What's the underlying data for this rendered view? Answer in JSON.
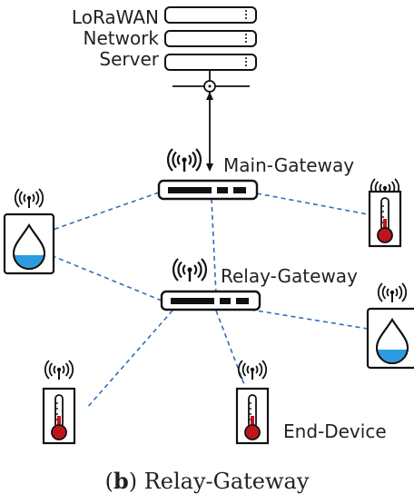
{
  "server": {
    "label_lines": [
      "LoRaWAN",
      "Network",
      "Server"
    ]
  },
  "gateways": {
    "main_label": "Main-Gateway",
    "relay_label": "Relay-Gateway"
  },
  "end_device_label": "End-Device",
  "caption": {
    "tag": "b",
    "text": "Relay-Gateway"
  },
  "colors": {
    "link": "#2f6fb8",
    "water": "#2c9be0",
    "thermo_red": "#c0141b",
    "ink": "#111111"
  },
  "icons": [
    "server-icon",
    "gateway-icon",
    "antenna-icon",
    "water-sensor-icon",
    "thermometer-icon"
  ]
}
